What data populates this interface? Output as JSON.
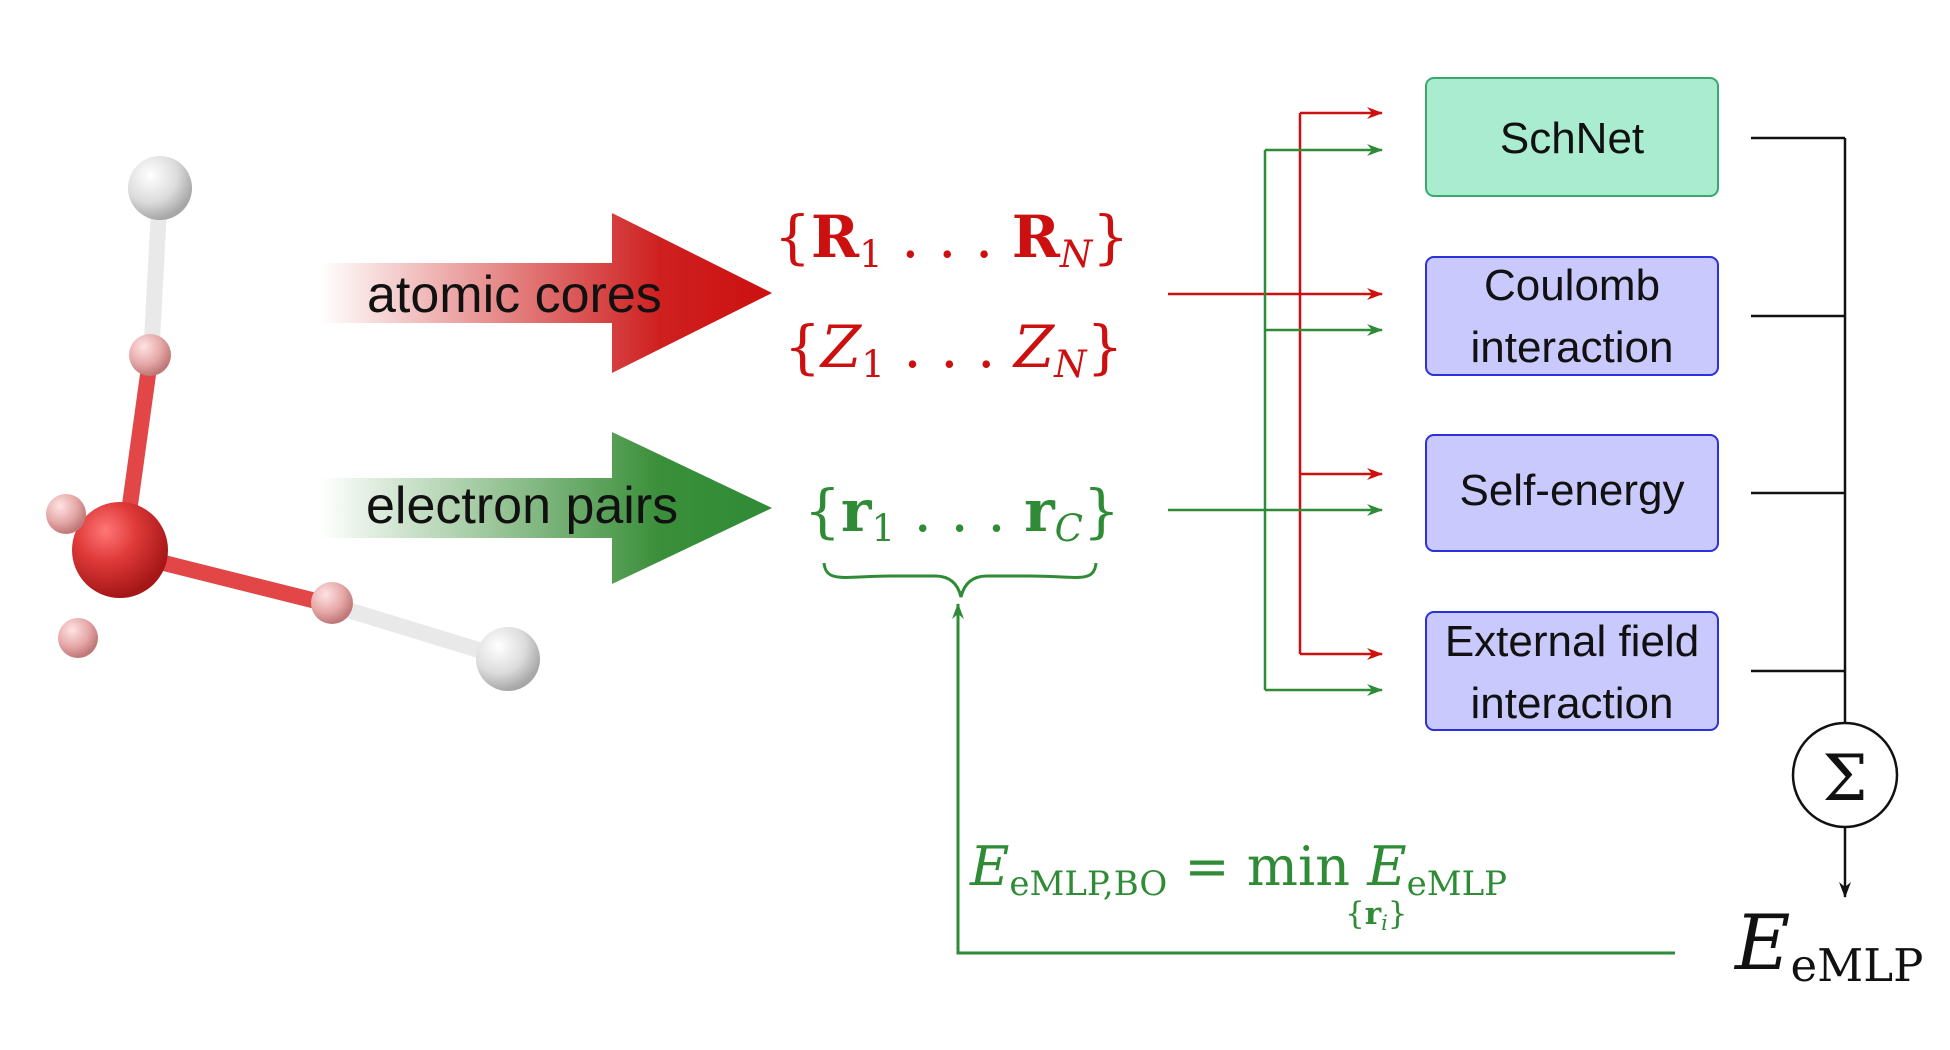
{
  "inputs": {
    "atomic_cores_label": "atomic cores",
    "electron_pairs_label": "electron pairs"
  },
  "formula": {
    "positions_set": "{R1 … RN}",
    "charges_set": "{Z1 … ZN}",
    "electron_positions_set": "{r1 … rC}",
    "objective": "EeMLP,BO = min{ri} EeMLP",
    "output_energy": "EeMLP"
  },
  "modules": {
    "schnet": "SchNet",
    "coulomb_line1": "Coulomb",
    "coulomb_line2": "interaction",
    "self_energy": "Self-energy",
    "external_line1": "External field",
    "external_line2": "interaction"
  },
  "symbols": {
    "sum": "Σ"
  },
  "colors": {
    "red": "#cc1010",
    "green": "#2f8b36",
    "schnet_fill": "#a9ecd0",
    "schnet_stroke": "#3aa86f",
    "module_fill": "#c9c9fd",
    "module_stroke": "#2c30d8",
    "black": "#111111"
  }
}
